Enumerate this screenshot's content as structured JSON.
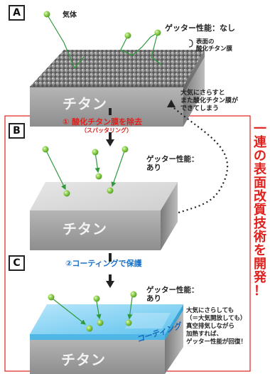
{
  "panels": {
    "a": {
      "letter": "A",
      "gas_label": "気体",
      "getter_label": "ゲッター性能：なし",
      "oxide_label_1": "表面の",
      "oxide_label_2": "酸化チタン膜",
      "block_label": "チタン",
      "exposure_note_1": "大気にさらすと",
      "exposure_note_2": "また酸化チタン膜が",
      "exposure_note_3": "できてしまう"
    },
    "b": {
      "letter": "B",
      "step_title": "① 酸化チタン膜を除去",
      "step_sub": "（スパッタリング）",
      "getter_label_1": "ゲッター性能：",
      "getter_label_2": "あり",
      "block_label": "チタン"
    },
    "c": {
      "letter": "C",
      "step_title": "②コーティングで保護",
      "getter_label_1": "ゲッター性能：",
      "getter_label_2": "あり",
      "block_label": "チタン",
      "coating_label": "コーティング",
      "note_1": "大気にさらしても",
      "note_2": "（＝大気開放しても）",
      "note_3": "真空排気しながら",
      "note_4": "加熱すれば、",
      "note_5": "ゲッター性能が回復！"
    }
  },
  "side_banner": [
    "一",
    "連",
    "の",
    "表",
    "面",
    "改",
    "質",
    "技",
    "術",
    "を",
    "開",
    "発",
    "！"
  ],
  "colors": {
    "accent_red": "#e0201c",
    "accent_blue": "#1a73c9",
    "molecule_green": "#7cc242",
    "titanium_gray": "#a9a9a9",
    "coating_blue": "#7fd0f2"
  }
}
